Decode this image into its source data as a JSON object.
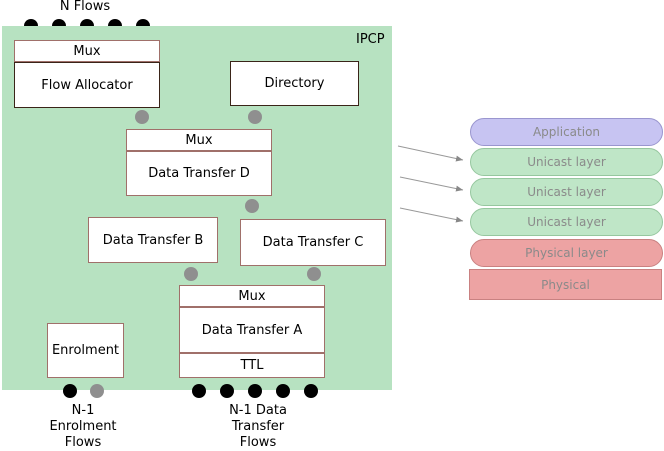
{
  "top_label": "N Flows",
  "ipcp_label": "IPCP",
  "flow_allocator": {
    "mux": "Mux",
    "title": "Flow Allocator"
  },
  "directory": "Directory",
  "dtd": {
    "mux": "Mux",
    "title": "Data Transfer D"
  },
  "dtb": "Data Transfer B",
  "dtc": "Data Transfer C",
  "dta": {
    "mux": "Mux",
    "title": "Data Transfer A",
    "ttl": "TTL"
  },
  "enrolment": "Enrolment",
  "bottom_labels": {
    "enrolment_flows": "N-1\nEnrolment\nFlows",
    "data_flows": "N-1 Data\nTransfer\nFlows"
  },
  "stack": {
    "application": "Application",
    "unicast": [
      "Unicast layer",
      "Unicast layer",
      "Unicast layer"
    ],
    "physical_layer": "Physical layer",
    "physical": "Physical"
  }
}
